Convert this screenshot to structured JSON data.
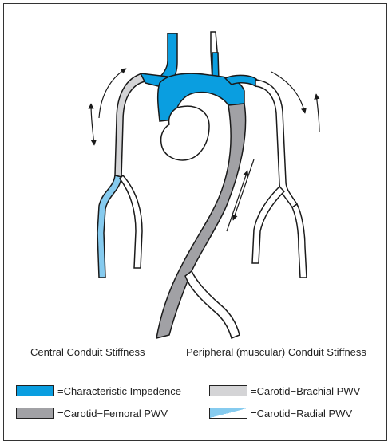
{
  "captions": {
    "central": "Central Conduit Stiffness",
    "peripheral": "Peripheral (muscular) Conduit Stiffness"
  },
  "legend": [
    {
      "key": "characteristic",
      "label": "=Characteristic Impedence",
      "color": "#0a9ee0"
    },
    {
      "key": "carotid_brachial",
      "label": "=Carotid−Brachial PWV",
      "color": "#d4d4d6"
    },
    {
      "key": "carotid_femoral",
      "label": "=Carotid−Femoral PWV",
      "color": "#a1a1a5"
    },
    {
      "key": "carotid_radial",
      "label": "=Carotid−Radial PWV",
      "color": "#86cbef"
    }
  ],
  "colors": {
    "blue": "#0a9ee0",
    "lightBlue": "#86cbef",
    "lightGray": "#d4d4d6",
    "darkGray": "#a1a1a5",
    "outline": "#1a1a1a"
  }
}
